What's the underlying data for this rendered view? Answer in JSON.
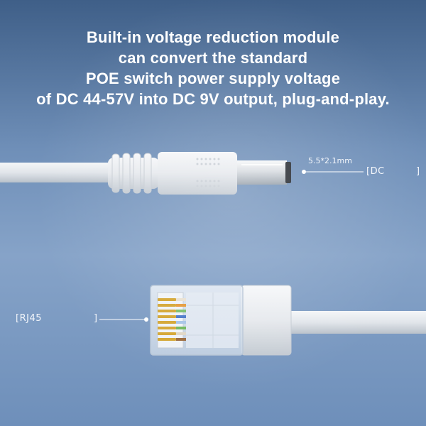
{
  "headline": {
    "line1": "Built-in voltage reduction module",
    "line2": "can convert the standard",
    "line3": "POE switch power supply voltage",
    "line4": "of DC 44-57V into DC 9V output, plug-and-play."
  },
  "dc_connector": {
    "size": "5.5*2.1mm",
    "name": "[DC"
  },
  "rj45_connector": {
    "name": "[RJ45"
  },
  "colors": {
    "background_top": "#3f5f88",
    "background_mid": "#86a3c8",
    "cable": "#e3e8ee",
    "text": "#ffffff"
  }
}
